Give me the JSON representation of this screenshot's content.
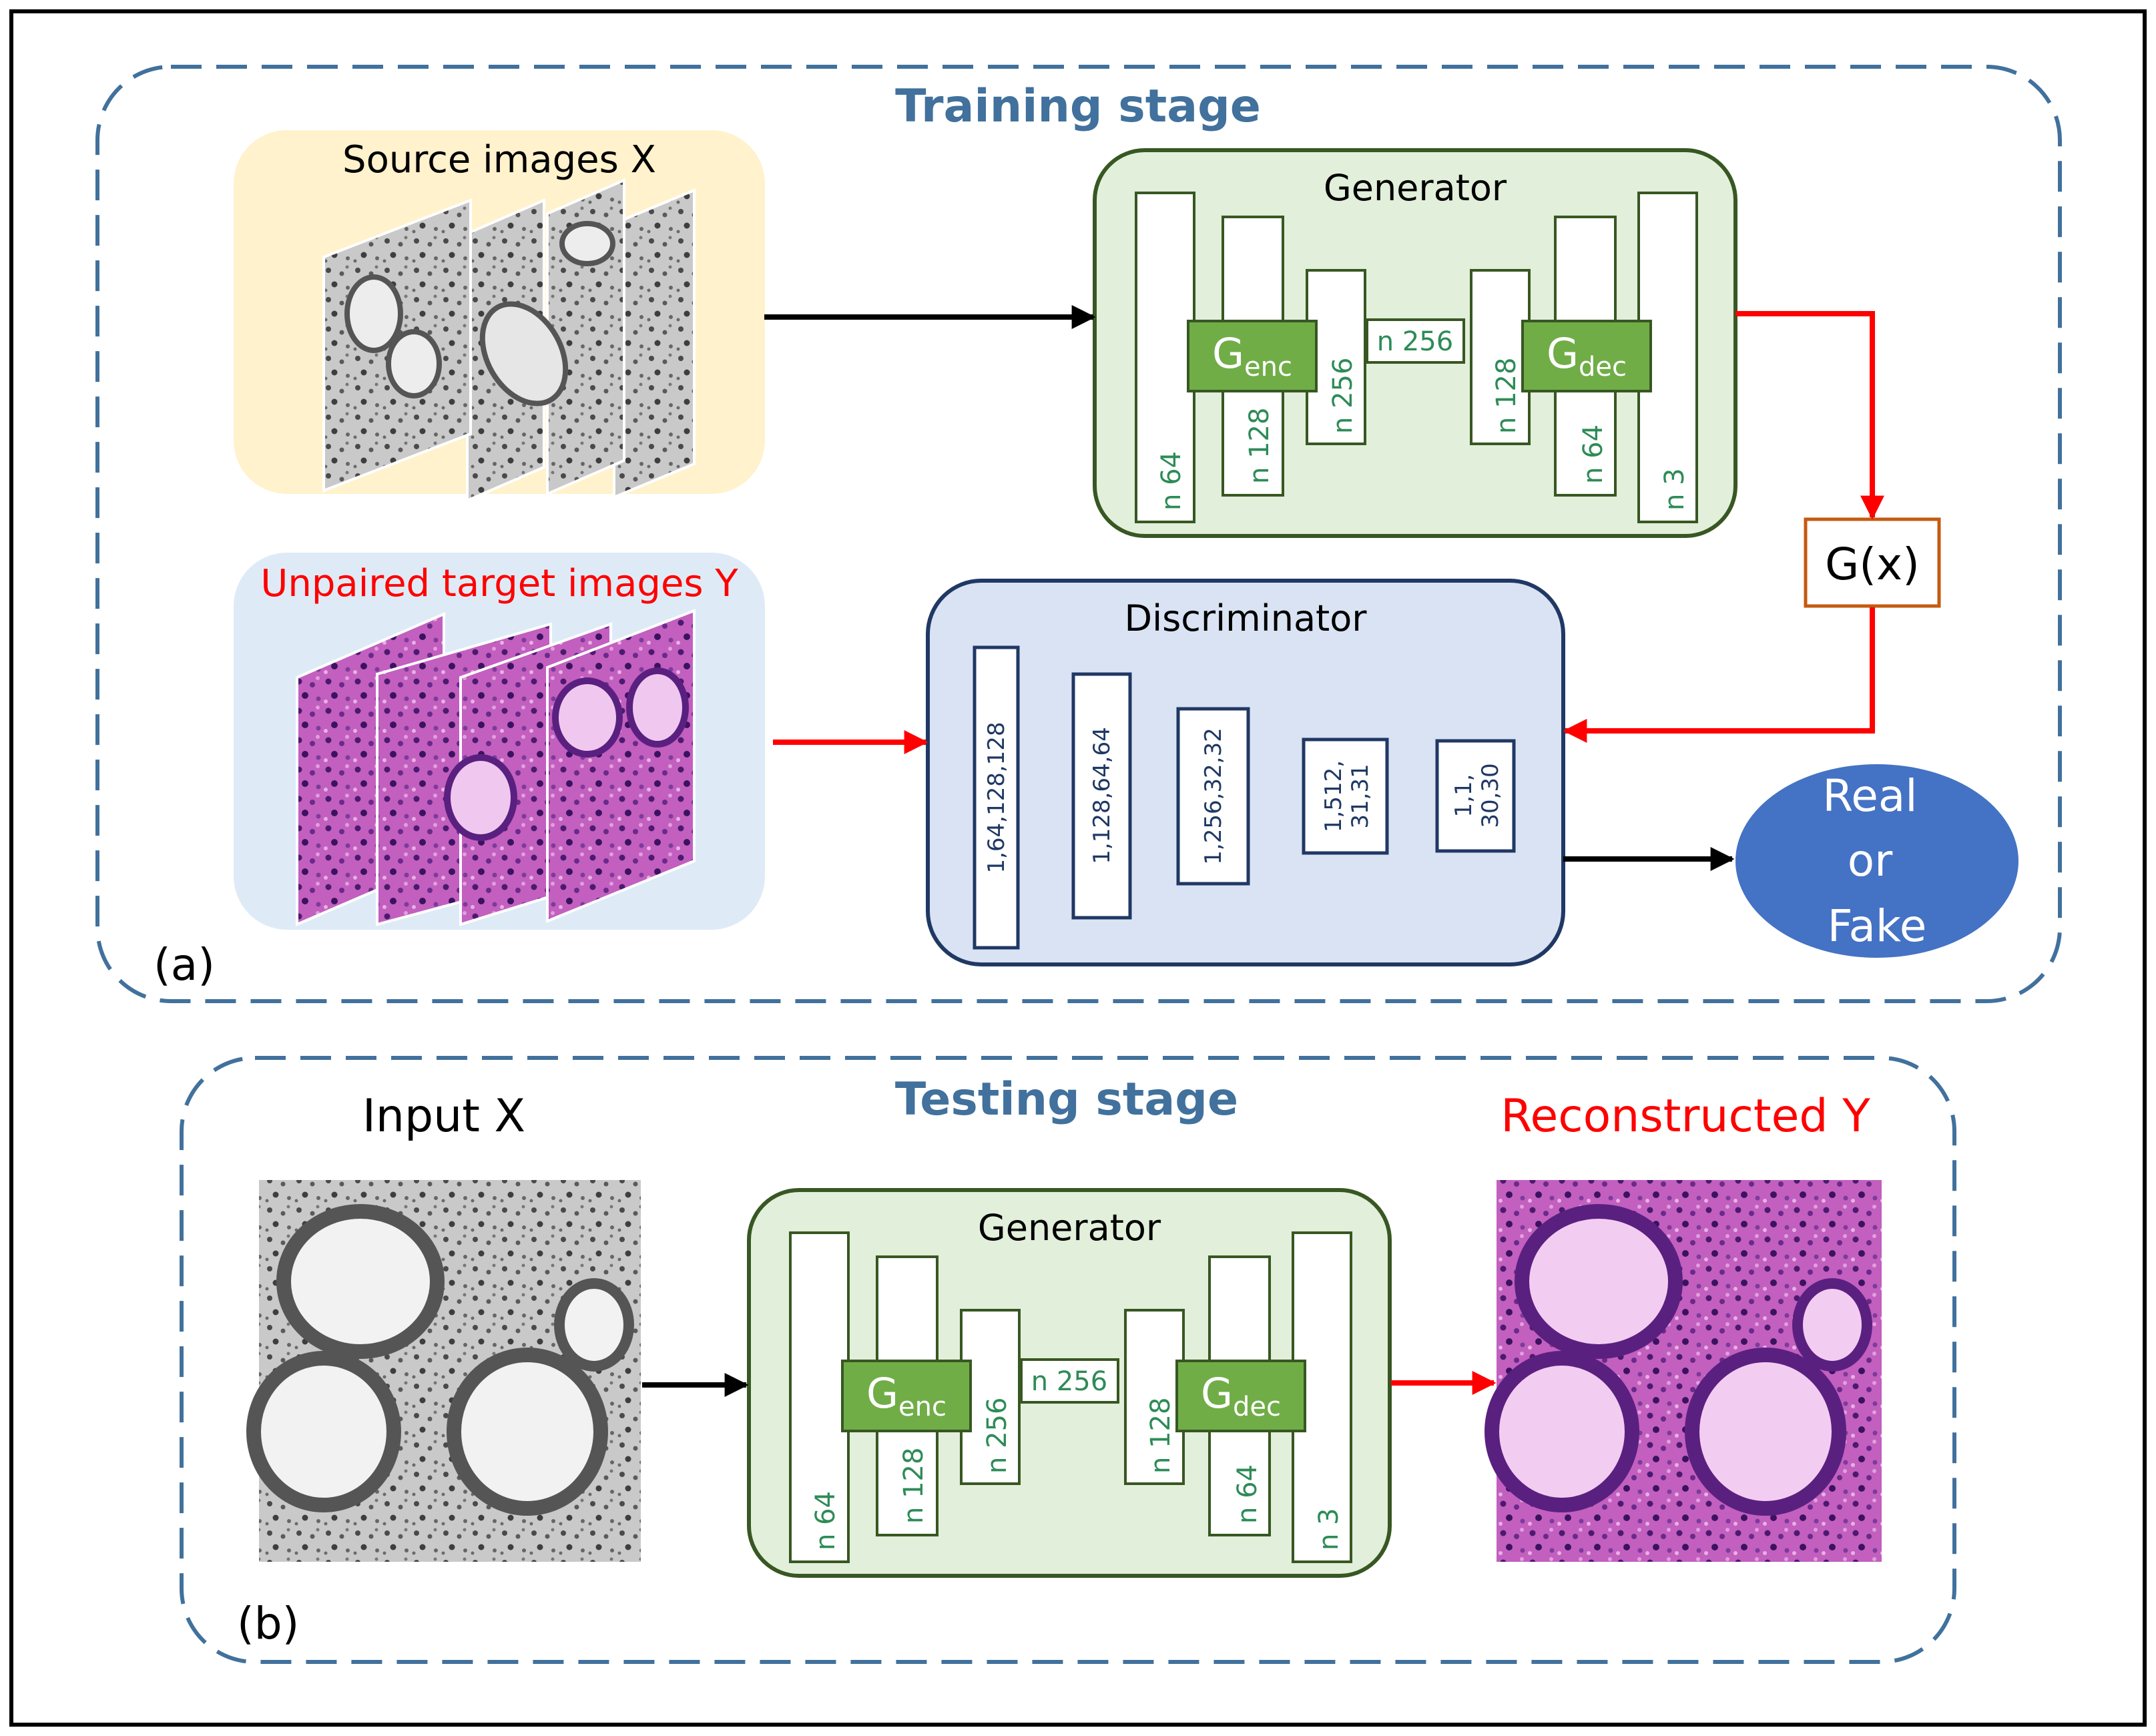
{
  "training": {
    "title": "Training stage",
    "panel_label": "(a)",
    "source_label": "Source images X",
    "target_label": "Unpaired target images Y",
    "gx_label": "G(x)",
    "real_fake": [
      "Real",
      "or",
      "Fake"
    ]
  },
  "testing": {
    "title": "Testing stage",
    "panel_label": "(b)",
    "input_label": "Input X",
    "output_label": "Reconstructed Y"
  },
  "generator": {
    "title": "Generator",
    "enc_main": "G",
    "enc_sub": "enc",
    "dec_main": "G",
    "dec_sub": "dec",
    "layers": [
      "n 64",
      "n 128",
      "n 256",
      "n 256",
      "n 128",
      "n 64",
      "n 3"
    ]
  },
  "discriminator": {
    "title": "Discriminator",
    "layers": [
      [
        "1,64,128,128"
      ],
      [
        "1,128,64,64"
      ],
      [
        "1,256,32,32"
      ],
      [
        "1,512,",
        "31,31"
      ],
      [
        "1,1,",
        "30,30"
      ]
    ]
  },
  "colors": {
    "dash_border": "#41719c",
    "stage_title": "#41719c",
    "gen_fill": "#e2efda",
    "gen_border": "#385723",
    "gen_block": "#70ad47",
    "layer_text": "#2e8b57",
    "disc_fill": "#dae3f3",
    "disc_border": "#203864",
    "red": "#ff0000",
    "gx_border": "#c55a11",
    "ellipse": "#4472c4",
    "source_bg": "#fff2cc",
    "target_bg": "#deebf7"
  }
}
